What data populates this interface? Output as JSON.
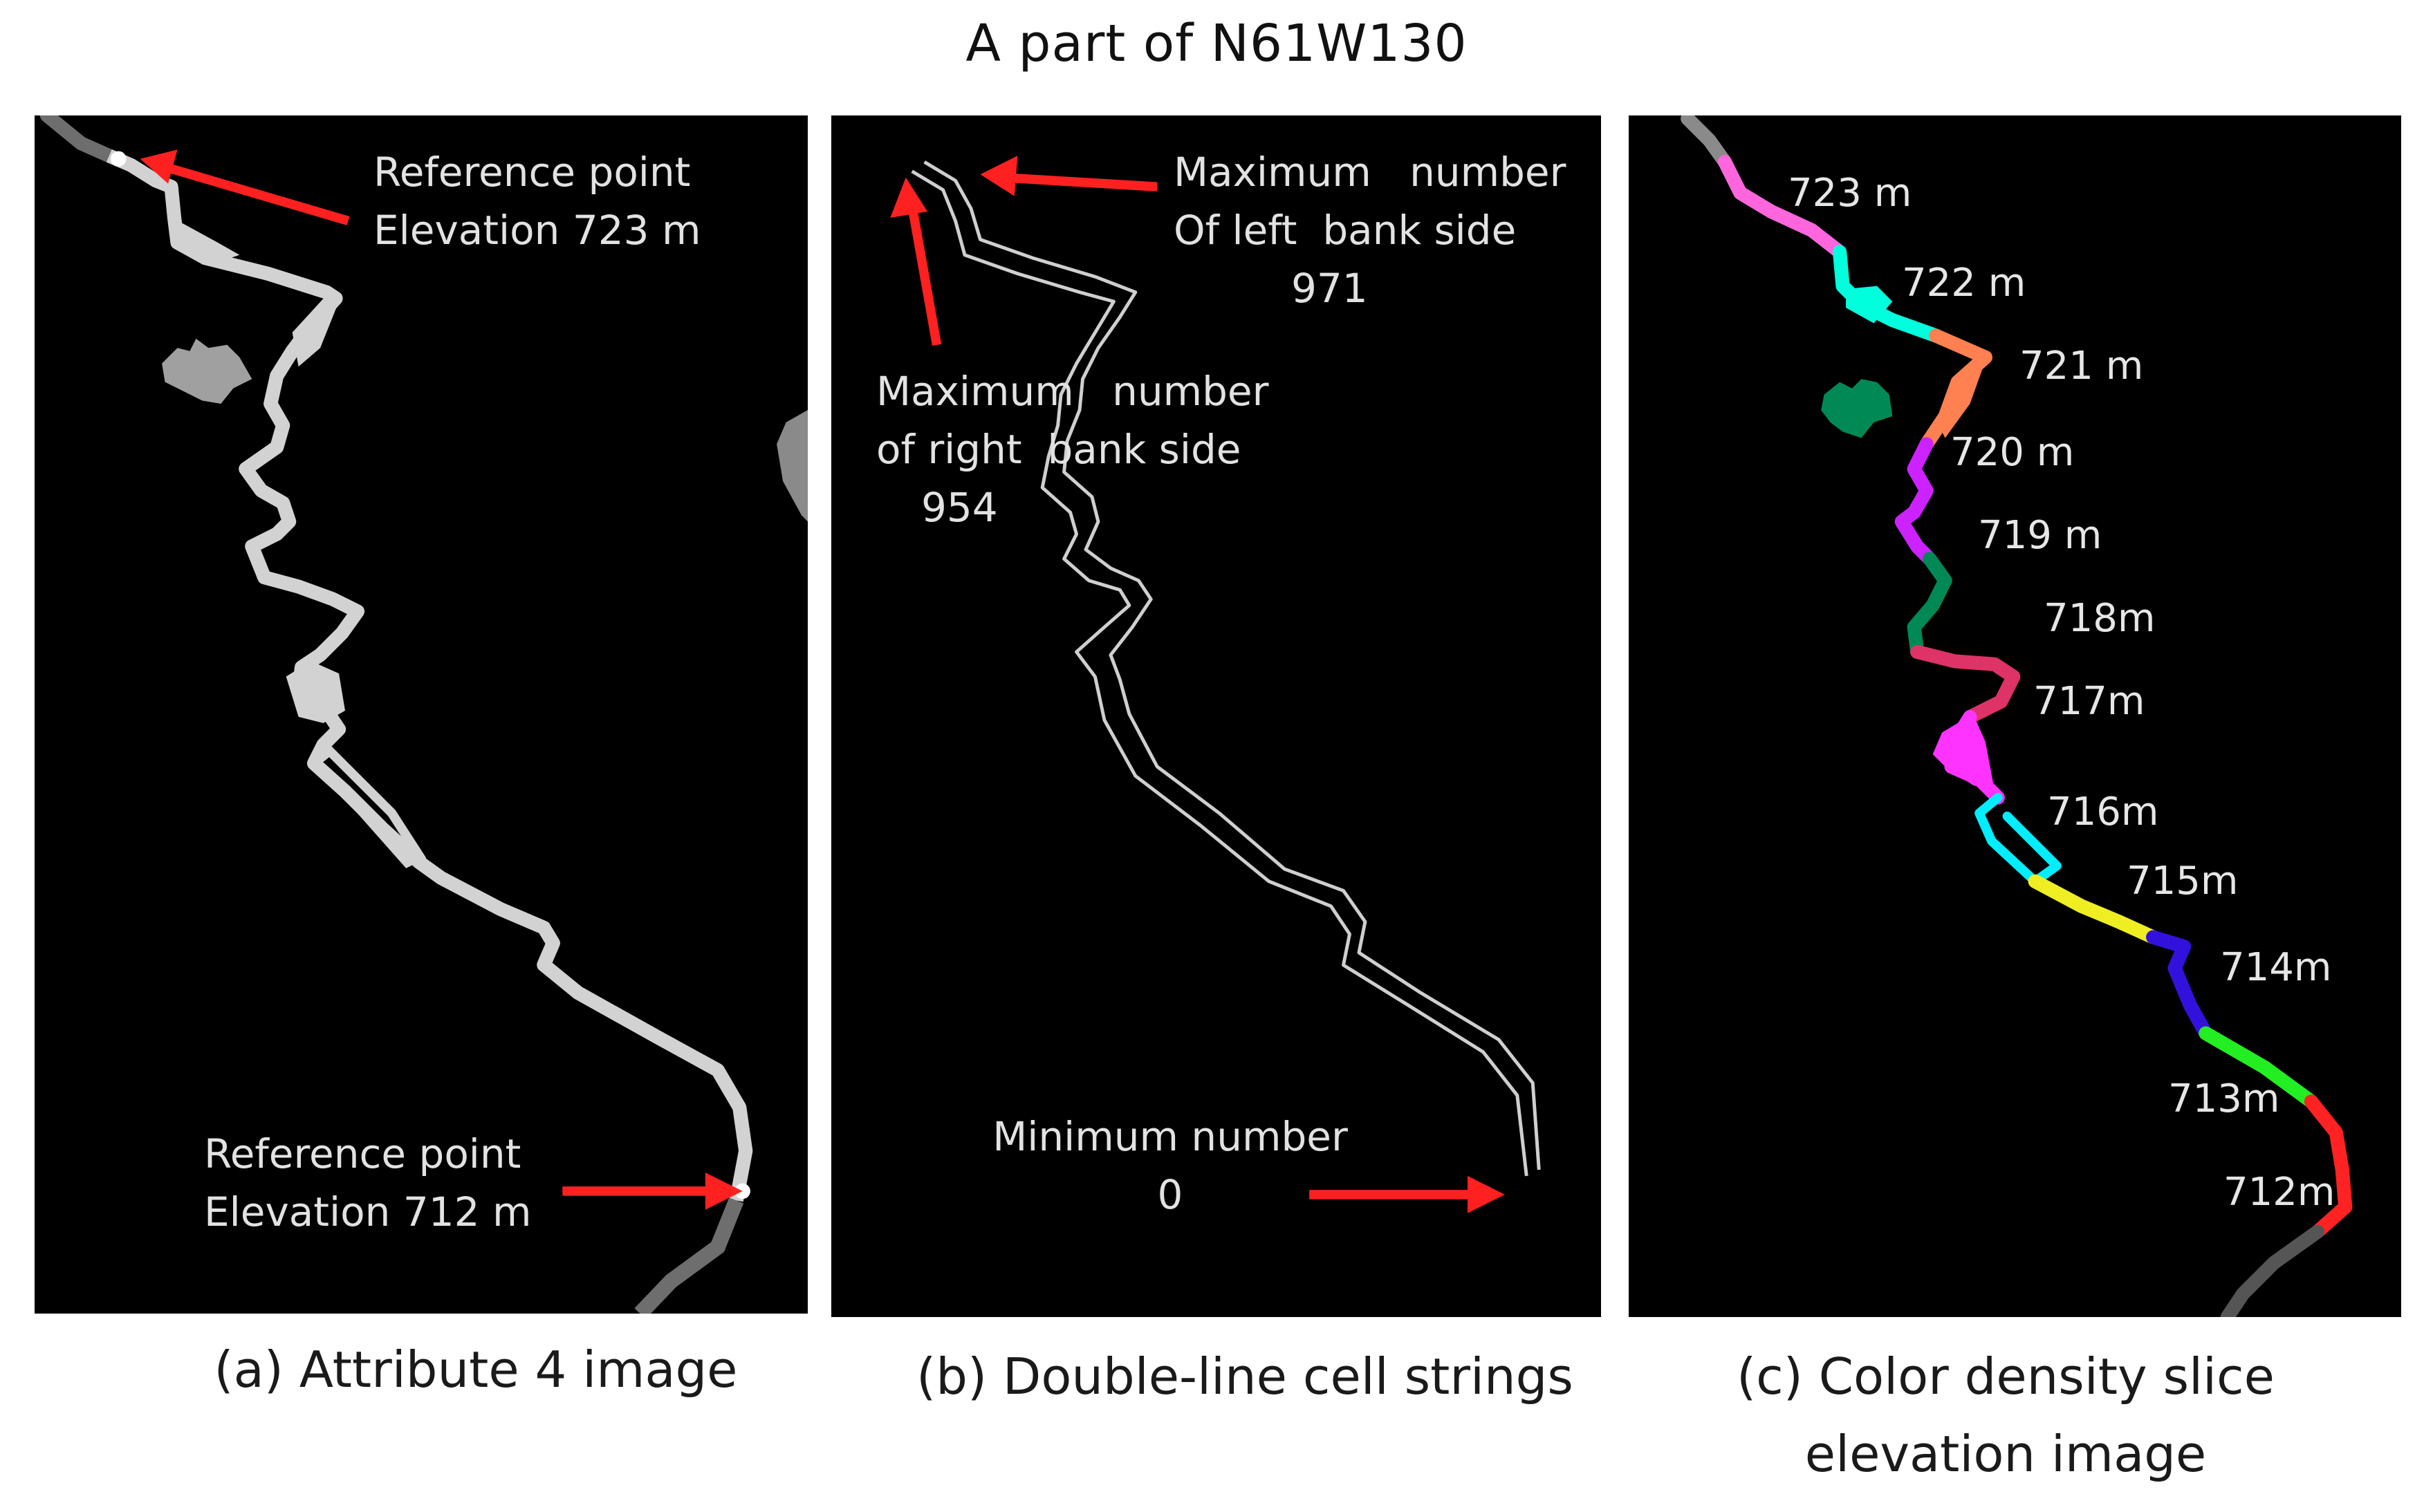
{
  "figure": {
    "title": "A part of N61W130"
  },
  "panels": {
    "a": {
      "caption": "(a) Attribute 4 image",
      "top_label": {
        "line1": "Reference point",
        "line2": "Elevation 723 m"
      },
      "bottom_label": {
        "line1": "Reference point",
        "line2": "Elevation 712 m"
      },
      "colors": {
        "river": "#d2d2d2",
        "lake": "#a0a0a0",
        "edge_stream": "#6e6e6e",
        "arrow": "#ff2020"
      }
    },
    "b": {
      "caption": "(b) Double-line cell strings",
      "left_bank_label": {
        "line1": "Maximum   number",
        "line2": "Of left  bank side",
        "value": "971"
      },
      "right_bank_label": {
        "line1": "Maximum   number",
        "line2": "of right  bank side",
        "value": "954"
      },
      "min_label": {
        "line1": "Minimum number",
        "value": "0"
      },
      "colors": {
        "line": "#cfcfcf",
        "arrow": "#ff2020"
      }
    },
    "c": {
      "caption_line1": "(c) Color density slice",
      "caption_line2": "elevation image",
      "slices": [
        {
          "label": "723 m",
          "elevation": 723,
          "color": "#ff66dd"
        },
        {
          "label": "722 m",
          "elevation": 722,
          "color": "#00ffdd"
        },
        {
          "label": "721 m",
          "elevation": 721,
          "color": "#ff8050"
        },
        {
          "label": "720 m",
          "elevation": 720,
          "color": "#cc22ff"
        },
        {
          "label": "719 m",
          "elevation": 719,
          "color": "#008855"
        },
        {
          "label": "718m",
          "elevation": 718,
          "color": "#dd3366"
        },
        {
          "label": "717m",
          "elevation": 717,
          "color": "#ff33ff"
        },
        {
          "label": "716m",
          "elevation": 716,
          "color": "#00eeff"
        },
        {
          "label": "715m",
          "elevation": 715,
          "color": "#eeee22"
        },
        {
          "label": "714m",
          "elevation": 714,
          "color": "#3311dd"
        },
        {
          "label": "713m",
          "elevation": 713,
          "color": "#22ee22"
        },
        {
          "label": "712m",
          "elevation": 712,
          "color": "#ff2222"
        }
      ],
      "colors": {
        "upstream": "#8a8a8a",
        "downstream": "#555555",
        "lake": "#008855"
      }
    }
  }
}
